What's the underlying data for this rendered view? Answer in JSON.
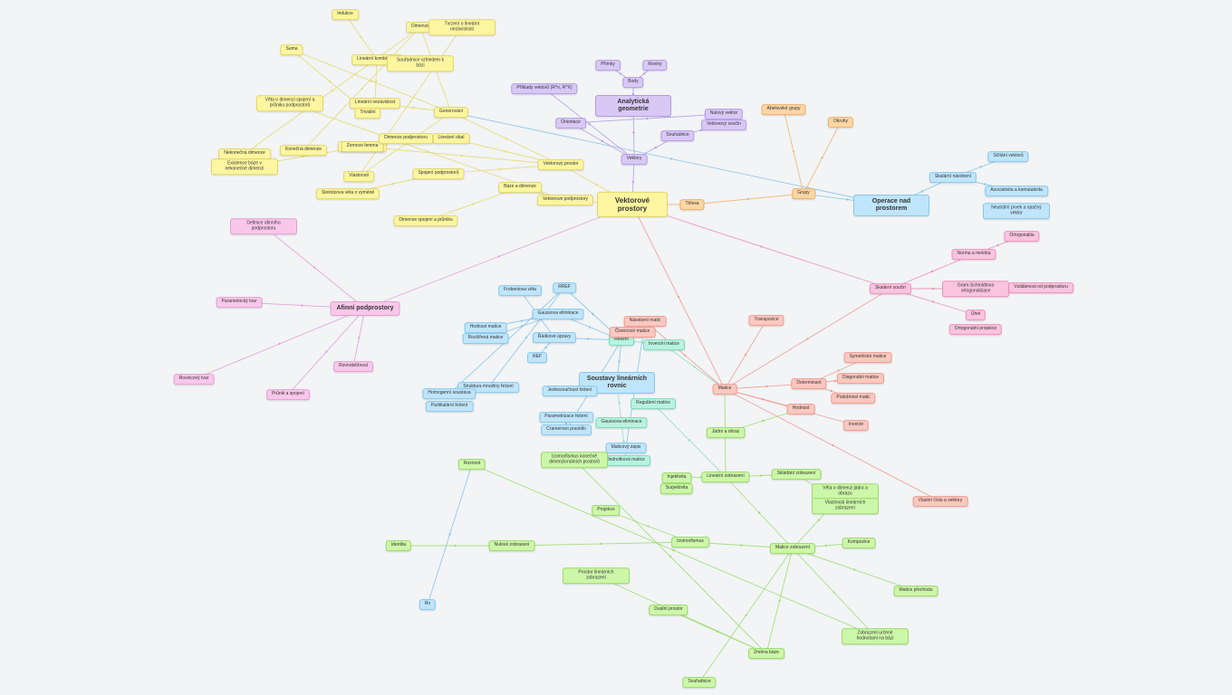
{
  "colors": {
    "yellow": "#e6d96a",
    "purple": "#b39ae4",
    "orange": "#f0b36c",
    "blue": "#7ec3ea",
    "pink": "#e39ad6",
    "mag": "#e98ab8",
    "salmon": "#ef9a8e",
    "green": "#99dc6c",
    "teal": "#8fdcc3"
  },
  "nodes": [
    {
      "id": "root",
      "text": "Vektorové prostory",
      "c": "yellow",
      "k": "root"
    },
    {
      "id": "vektorovy_prostor",
      "text": "Vektorový prostor",
      "c": "yellow"
    },
    {
      "id": "podprostory",
      "text": "Vektorové podprostory",
      "c": "yellow"
    },
    {
      "id": "generovani",
      "text": "Generování",
      "c": "yellow"
    },
    {
      "id": "linearni_obal",
      "text": "Lineární obal",
      "c": "yellow"
    },
    {
      "id": "spojeni",
      "text": "Spojení podprostorů",
      "c": "yellow"
    },
    {
      "id": "prunik",
      "text": "Průnik podprostorů",
      "c": "yellow"
    },
    {
      "id": "baze",
      "text": "Báze a dimenze",
      "c": "yellow"
    },
    {
      "id": "dimenze_vzorec",
      "text": "Dimenze spojení a průniku",
      "c": "yellow"
    },
    {
      "id": "nezavislost",
      "text": "Lineární nezávislost",
      "c": "yellow"
    },
    {
      "id": "y_kombinace",
      "text": "Lineární kombinace",
      "c": "yellow"
    },
    {
      "id": "y_ind",
      "text": "Indukce",
      "c": "yellow"
    },
    {
      "id": "y_sum",
      "text": "Suma",
      "c": "yellow"
    },
    {
      "id": "y_dim_spoj",
      "text": "Věta o dimenzi spojení a průniku podprostorů",
      "c": "yellow"
    },
    {
      "id": "y_dim",
      "text": "Dimenze",
      "c": "yellow"
    },
    {
      "id": "y_dim_a",
      "text": "Konečná dimenze",
      "c": "yellow"
    },
    {
      "id": "y_dim_b",
      "text": "Nekonečná dimenze",
      "c": "yellow"
    },
    {
      "id": "y_prop",
      "text": "Vlastnosti",
      "c": "yellow"
    },
    {
      "id": "y_trivial",
      "text": "Triviální",
      "c": "yellow"
    },
    {
      "id": "y_n",
      "text": "Tvrzení o lineární nezávislosti",
      "c": "yellow"
    },
    {
      "id": "y_steinitz",
      "text": "Steinitzova věta o výměně",
      "c": "yellow"
    },
    {
      "id": "y_zorn",
      "text": "Zornovo lemma",
      "c": "yellow"
    },
    {
      "id": "y_zorn2",
      "text": "Existence báze v nekonečné dimenzi",
      "c": "yellow"
    },
    {
      "id": "y_dim_podprostoru",
      "text": "Dimenze podprostoru",
      "c": "yellow"
    },
    {
      "id": "y_nadrovina",
      "text": "Souřadnice vzhledem k bázi",
      "c": "yellow"
    },
    {
      "id": "vektory",
      "text": "Vektory",
      "c": "purple"
    },
    {
      "id": "geometrie",
      "text": "Analytická geometrie",
      "c": "purple",
      "k": "big"
    },
    {
      "id": "p_body",
      "text": "Body",
      "c": "purple"
    },
    {
      "id": "p_primky",
      "text": "Přímky",
      "c": "purple"
    },
    {
      "id": "p_roviny",
      "text": "Roviny",
      "c": "purple"
    },
    {
      "id": "p_sourad",
      "text": "Souřadnice",
      "c": "purple"
    },
    {
      "id": "p_nul",
      "text": "Nulový vektor",
      "c": "purple"
    },
    {
      "id": "p_vekt_soucin",
      "text": "Vektorový součin",
      "c": "purple"
    },
    {
      "id": "p_geom",
      "text": "Příklady vektorů (R^n, R^X)",
      "c": "purple"
    },
    {
      "id": "p_orient",
      "text": "Orientace",
      "c": "purple"
    },
    {
      "id": "telesa",
      "text": "Tělesa",
      "c": "orange"
    },
    {
      "id": "grupy",
      "text": "Grupy",
      "c": "orange"
    },
    {
      "id": "o_abel",
      "text": "Abelovské grupy",
      "c": "orange"
    },
    {
      "id": "o_okruhy",
      "text": "Okruhy",
      "c": "orange"
    },
    {
      "id": "operace",
      "text": "Operace nad prostorem",
      "c": "blue",
      "k": "big"
    },
    {
      "id": "b_skalar",
      "text": "Skalární násobení",
      "c": "blue"
    },
    {
      "id": "b_scitani",
      "text": "Sčítání vektorů",
      "c": "blue"
    },
    {
      "id": "b_asoc",
      "text": "Asociativita a komutativita",
      "c": "blue"
    },
    {
      "id": "b_neutral",
      "text": "Neutrální prvek a opačný vektor",
      "c": "blue"
    },
    {
      "id": "afinni",
      "text": "Afinní podprostory",
      "c": "pink",
      "k": "big"
    },
    {
      "id": "pk_def",
      "text": "Definice afinního podprostoru",
      "c": "pink"
    },
    {
      "id": "pk_param",
      "text": "Parametrický tvar",
      "c": "pink"
    },
    {
      "id": "pk_rovnice",
      "text": "Rovnicový tvar",
      "c": "pink"
    },
    {
      "id": "pk_prunik",
      "text": "Průnik a spojení",
      "c": "pink"
    },
    {
      "id": "pk_paral",
      "text": "Rovnoběžnost",
      "c": "pink"
    },
    {
      "id": "skalarni",
      "text": "Skalární součin",
      "c": "mag"
    },
    {
      "id": "m_norma",
      "text": "Norma a metrika",
      "c": "mag"
    },
    {
      "id": "m_ortog",
      "text": "Ortogonalita",
      "c": "mag"
    },
    {
      "id": "m_gram",
      "text": "Gram-Schmidtova ortogonalizace",
      "c": "mag"
    },
    {
      "id": "m_vzdal",
      "text": "Vzdálenost od podprostoru",
      "c": "mag"
    },
    {
      "id": "m_uhel",
      "text": "Úhel",
      "c": "mag"
    },
    {
      "id": "m_proj",
      "text": "Ortogonální projekce",
      "c": "mag"
    },
    {
      "id": "soustavy",
      "text": "Soustavy lineárních rovnic",
      "c": "blue",
      "k": "big"
    },
    {
      "id": "b_gauss",
      "text": "Gaussova eliminace",
      "c": "blue"
    },
    {
      "id": "b_rref",
      "text": "RREF",
      "c": "blue"
    },
    {
      "id": "b_elim",
      "text": "Řádkové úpravy",
      "c": "blue"
    },
    {
      "id": "b_hod",
      "text": "Hodnost matice",
      "c": "blue"
    },
    {
      "id": "b_frob",
      "text": "Frobeniova věta",
      "c": "blue"
    },
    {
      "id": "b_ref",
      "text": "REF",
      "c": "blue"
    },
    {
      "id": "b_res",
      "text": "Struktura množiny řešení",
      "c": "blue"
    },
    {
      "id": "b_homog",
      "text": "Homogenní soustava",
      "c": "blue"
    },
    {
      "id": "b_part",
      "text": "Partikulární řešení",
      "c": "blue"
    },
    {
      "id": "b_jednoznac",
      "text": "Jednoznačnost řešení",
      "c": "blue"
    },
    {
      "id": "b_param",
      "text": "Parametrizace řešení",
      "c": "blue"
    },
    {
      "id": "b_cramer",
      "text": "Cramerovo pravidlo",
      "c": "blue"
    },
    {
      "id": "b_zapis",
      "text": "Maticový zápis",
      "c": "blue"
    },
    {
      "id": "b_rozsir",
      "text": "Rozšířená matice",
      "c": "blue"
    },
    {
      "id": "t_reseni",
      "text": "Řešení",
      "c": "teal"
    },
    {
      "id": "t_gauss_v",
      "text": "Gaussova eliminace",
      "c": "teal"
    },
    {
      "id": "t_ident",
      "text": "Jednotková matice",
      "c": "teal"
    },
    {
      "id": "t_reg",
      "text": "Regulární matice",
      "c": "teal"
    },
    {
      "id": "t_inverze",
      "text": "Inverzní matice",
      "c": "teal"
    },
    {
      "id": "matice",
      "text": "Matice",
      "c": "salmon"
    },
    {
      "id": "s_soucin",
      "text": "Násobení matic",
      "c": "salmon"
    },
    {
      "id": "s_transp",
      "text": "Transpozice",
      "c": "salmon"
    },
    {
      "id": "s_determ",
      "text": "Determinant",
      "c": "salmon"
    },
    {
      "id": "s_hodnost",
      "text": "Hodnost",
      "c": "salmon"
    },
    {
      "id": "s_inv",
      "text": "Inverze",
      "c": "salmon"
    },
    {
      "id": "s_vlastni",
      "text": "Vlastní čísla a vektory",
      "c": "salmon"
    },
    {
      "id": "s_ctver",
      "text": "Čtvercové matice",
      "c": "salmon"
    },
    {
      "id": "s_sym",
      "text": "Symetrické matice",
      "c": "salmon"
    },
    {
      "id": "s_diag",
      "text": "Diagonální matice",
      "c": "salmon"
    },
    {
      "id": "s_podob",
      "text": "Podobnost matic",
      "c": "salmon"
    },
    {
      "id": "zobrazeni",
      "text": "Lineární zobrazení",
      "c": "green"
    },
    {
      "id": "jadro",
      "text": "Jádro a obraz",
      "c": "green"
    },
    {
      "id": "g_iso",
      "text": "Izomorfismus",
      "c": "green"
    },
    {
      "id": "g_mat",
      "text": "Matice zobrazení",
      "c": "green"
    },
    {
      "id": "g_skl",
      "text": "Skládání zobrazení",
      "c": "green"
    },
    {
      "id": "g_inj",
      "text": "Injektivita",
      "c": "green"
    },
    {
      "id": "g_sur",
      "text": "Surjektivita",
      "c": "green"
    },
    {
      "id": "g_dim",
      "text": "Věta o dimenzi jádra a obrazu",
      "c": "green"
    },
    {
      "id": "g_baze",
      "text": "Zobrazení určené hodnotami na bázi",
      "c": "green"
    },
    {
      "id": "g_prech",
      "text": "Matice přechodu",
      "c": "green"
    },
    {
      "id": "g_zmena",
      "text": "Změna báze",
      "c": "green"
    },
    {
      "id": "g_sour",
      "text": "Souřadnice",
      "c": "green"
    },
    {
      "id": "g_vl",
      "text": "Vlastnosti lineárních zobrazení",
      "c": "green"
    },
    {
      "id": "g_kompoz",
      "text": "Kompozice",
      "c": "green"
    },
    {
      "id": "g_proj",
      "text": "Projekce",
      "c": "green"
    },
    {
      "id": "g_nul",
      "text": "Nulové zobrazení",
      "c": "green"
    },
    {
      "id": "g_ident",
      "text": "Identita",
      "c": "green"
    },
    {
      "id": "g_prost",
      "text": "Prostor lineárních zobrazení",
      "c": "green"
    },
    {
      "id": "g_dual",
      "text": "Duální prostor",
      "c": "green"
    },
    {
      "id": "g_iso_kon",
      "text": "Izomorfismus konečně dimenzionálních prostorů",
      "c": "green"
    },
    {
      "id": "g_rovnost",
      "text": "Rovnost",
      "c": "green"
    },
    {
      "id": "b_rn",
      "text": "Rn",
      "c": "blue"
    }
  ],
  "edges": [
    [
      "root",
      "vektorovy_prostor"
    ],
    [
      "root",
      "podprostory"
    ],
    [
      "root",
      "vektory"
    ],
    [
      "root",
      "telesa"
    ],
    [
      "root",
      "afinni"
    ],
    [
      "root",
      "skalarni"
    ],
    [
      "root",
      "matice"
    ],
    [
      "vektorovy_prostor",
      "linearni_obal"
    ],
    [
      "vektorovy_prostor",
      "spojeni"
    ],
    [
      "vektorovy_prostor",
      "generovani"
    ],
    [
      "vektorovy_prostor",
      "prunik"
    ],
    [
      "podprostory",
      "y_dim_spoj"
    ],
    [
      "podprostory",
      "baze"
    ],
    [
      "baze",
      "dimenze_vzorec"
    ],
    [
      "generovani",
      "nezavislost"
    ],
    [
      "nezavislost",
      "y_kombinace"
    ],
    [
      "y_kombinace",
      "y_ind"
    ],
    [
      "generovani",
      "y_sum"
    ],
    [
      "y_sum",
      "y_trivial"
    ],
    [
      "generovani",
      "y_dim"
    ],
    [
      "y_dim",
      "y_dim_a"
    ],
    [
      "y_dim",
      "y_dim_b"
    ],
    [
      "generovani",
      "y_prop"
    ],
    [
      "y_prop",
      "y_n"
    ],
    [
      "generovani",
      "operace"
    ],
    [
      "spojeni",
      "y_steinitz"
    ],
    [
      "prunik",
      "y_zorn"
    ],
    [
      "y_zorn",
      "y_zorn2"
    ],
    [
      "linearni_obal",
      "y_dim_podprostoru"
    ],
    [
      "vektory",
      "geometrie"
    ],
    [
      "vektory",
      "p_geom"
    ],
    [
      "vektory",
      "p_orient"
    ],
    [
      "vektory",
      "p_sourad"
    ],
    [
      "geometrie",
      "p_body"
    ],
    [
      "p_body",
      "p_primky"
    ],
    [
      "p_body",
      "p_roviny"
    ],
    [
      "p_orient",
      "p_nul"
    ],
    [
      "p_sourad",
      "p_vekt_soucin"
    ],
    [
      "telesa",
      "grupy"
    ],
    [
      "grupy",
      "o_abel"
    ],
    [
      "grupy",
      "o_okruhy"
    ],
    [
      "grupy",
      "operace"
    ],
    [
      "operace",
      "b_skalar"
    ],
    [
      "b_skalar",
      "b_scitani"
    ],
    [
      "b_skalar",
      "b_asoc"
    ],
    [
      "afinni",
      "pk_def"
    ],
    [
      "afinni",
      "pk_param"
    ],
    [
      "afinni",
      "pk_rovnice"
    ],
    [
      "afinni",
      "pk_prunik"
    ],
    [
      "afinni",
      "pk_paral"
    ],
    [
      "skalarni",
      "m_norma"
    ],
    [
      "m_norma",
      "m_ortog"
    ],
    [
      "skalarni",
      "m_gram"
    ],
    [
      "m_gram",
      "m_vzdal"
    ],
    [
      "skalarni",
      "m_uhel"
    ],
    [
      "skalarni",
      "matice"
    ],
    [
      "matice",
      "s_soucin"
    ],
    [
      "matice",
      "s_transp"
    ],
    [
      "matice",
      "s_determ"
    ],
    [
      "matice",
      "s_hodnost"
    ],
    [
      "matice",
      "s_inv"
    ],
    [
      "matice",
      "s_vlastni"
    ],
    [
      "matice",
      "zobrazeni"
    ],
    [
      "matice",
      "t_inverze"
    ],
    [
      "s_soucin",
      "b_zapis"
    ],
    [
      "s_soucin",
      "s_ctver"
    ],
    [
      "s_determ",
      "s_sym"
    ],
    [
      "s_determ",
      "s_diag"
    ],
    [
      "s_determ",
      "s_podob"
    ],
    [
      "s_hodnost",
      "jadro"
    ],
    [
      "t_inverze",
      "t_reseni"
    ],
    [
      "t_reseni",
      "soustavy"
    ],
    [
      "t_reseni",
      "b_gauss"
    ],
    [
      "t_reseni",
      "b_rref"
    ],
    [
      "t_reseni",
      "b_elim"
    ],
    [
      "b_gauss",
      "b_hod"
    ],
    [
      "b_gauss",
      "b_rozsir"
    ],
    [
      "b_elim",
      "b_frob"
    ],
    [
      "b_elim",
      "b_ref"
    ],
    [
      "b_rref",
      "b_res"
    ],
    [
      "b_rref",
      "b_homog"
    ],
    [
      "soustavy",
      "t_gauss_v"
    ],
    [
      "t_gauss_v",
      "t_ident"
    ],
    [
      "t_reseni",
      "b_cramer"
    ],
    [
      "b_cramer",
      "b_param"
    ],
    [
      "zobrazeni",
      "g_mat"
    ],
    [
      "zobrazeni",
      "g_skl"
    ],
    [
      "zobrazeni",
      "g_inj"
    ],
    [
      "zobrazeni",
      "t_reg"
    ],
    [
      "g_skl",
      "g_vl"
    ],
    [
      "g_inj",
      "g_sur"
    ],
    [
      "g_mat",
      "g_dim"
    ],
    [
      "g_mat",
      "g_baze"
    ],
    [
      "g_mat",
      "g_iso"
    ],
    [
      "g_mat",
      "g_prech"
    ],
    [
      "g_mat",
      "g_zmena"
    ],
    [
      "g_mat",
      "g_sour"
    ],
    [
      "g_mat",
      "g_kompoz"
    ],
    [
      "g_iso",
      "g_proj"
    ],
    [
      "g_iso",
      "g_nul"
    ],
    [
      "g_nul",
      "g_ident"
    ],
    [
      "g_zmena",
      "g_prost"
    ],
    [
      "g_zmena",
      "g_dual"
    ],
    [
      "g_zmena",
      "g_iso_kon"
    ],
    [
      "g_baze",
      "g_rovnost"
    ],
    [
      "g_rovnost",
      "b_rn"
    ]
  ]
}
